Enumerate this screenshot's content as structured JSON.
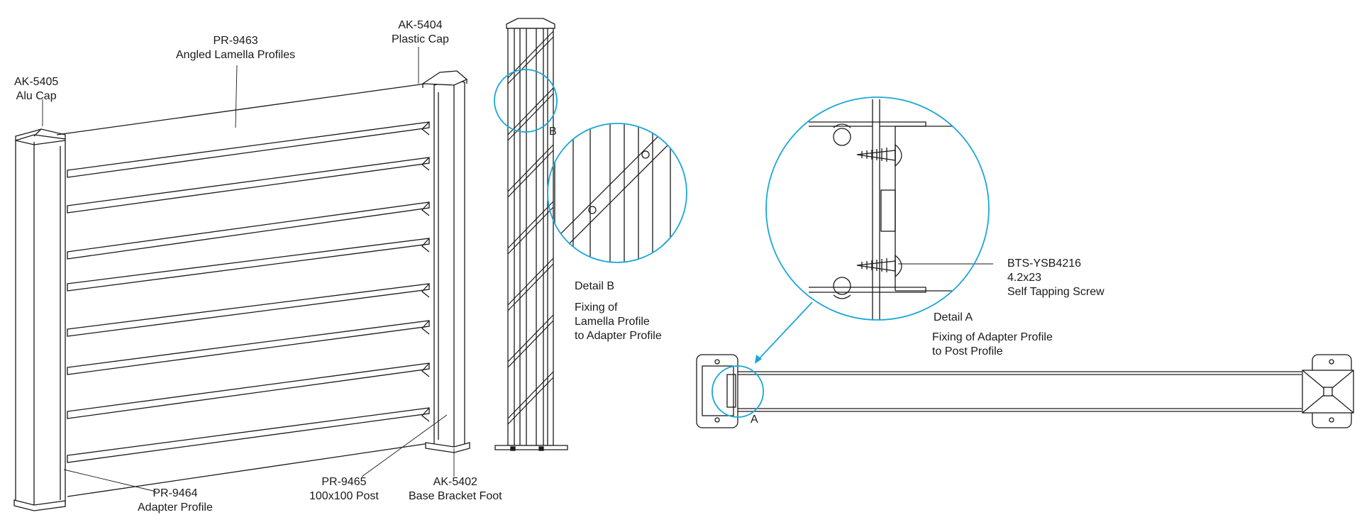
{
  "labels": {
    "alu_cap": {
      "code": "AK-5405",
      "name": "Alu Cap"
    },
    "lamella": {
      "code": "PR-9463",
      "name": "Angled Lamella Profiles"
    },
    "plastic_cap": {
      "code": "AK-5404",
      "name": "Plastic Cap"
    },
    "adapter": {
      "code": "PR-9464",
      "name": "Adapter Profile"
    },
    "post": {
      "code": "PR-9465",
      "name": "100x100 Post"
    },
    "base_foot": {
      "code": "AK-5402",
      "name": "Base Bracket Foot"
    },
    "screw": {
      "code": "BTS-YSB4216",
      "size": "4.2x23",
      "name": "Self Tapping Screw"
    }
  },
  "detail_b": {
    "marker": "B",
    "title": "Detail B",
    "desc": [
      "Fixing of",
      "Lamella Profile",
      "to Adapter Profile"
    ]
  },
  "detail_a": {
    "marker": "A",
    "title": "Detail A",
    "desc": [
      "Fixing of Adapter Profile",
      "to Post Profile"
    ]
  },
  "colors": {
    "line": "#1a1a1a",
    "accent": "#1aa7d8",
    "fill": "#ffffff"
  }
}
